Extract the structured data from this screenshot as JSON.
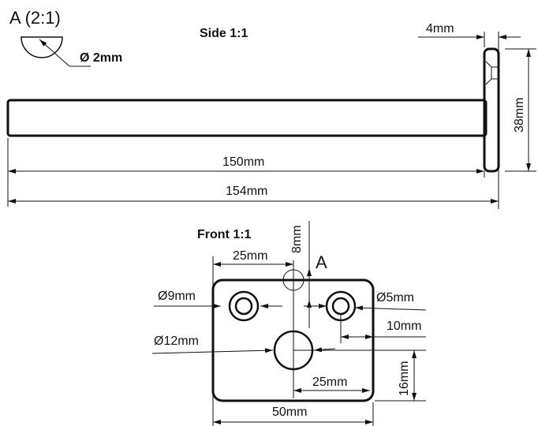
{
  "detail": {
    "title": "A (2:1)",
    "diameter": "Ø 2mm"
  },
  "side": {
    "title": "Side 1:1",
    "thickness": "4mm",
    "height": "38mm",
    "rod_length": "150mm",
    "total_length": "154mm"
  },
  "front": {
    "title": "Front 1:1",
    "hole_spacing": "25mm",
    "offset_top": "8mm",
    "detail_marker": "A",
    "d_left": "Ø9mm",
    "d_right": "Ø5mm",
    "d_center": "Ø12mm",
    "edge_offset": "10mm",
    "center_offset": "25mm",
    "bottom_offset": "16mm",
    "width": "50mm"
  }
}
